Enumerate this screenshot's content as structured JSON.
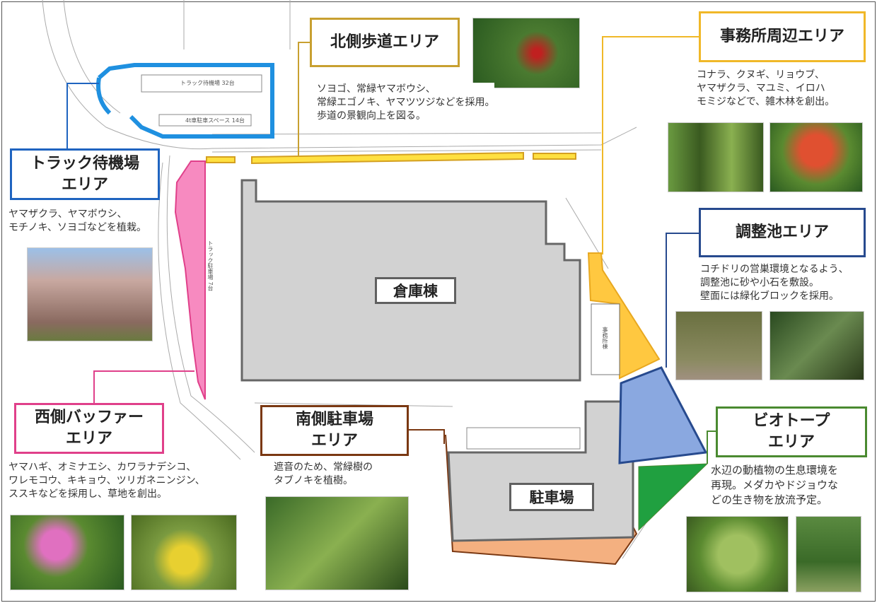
{
  "map": {
    "warehouse": "倉庫棟",
    "parking": "駐車場",
    "office_building": "事務所棟",
    "truck_waiting": "トラック待機場 32台",
    "truck_parking_4t": "4t車駐車スペース 14台",
    "truck_parking": "トラック駐車場 7台"
  },
  "areas": {
    "truck": {
      "title": "トラック待機場\nエリア",
      "desc": "ヤマザクラ、ヤマボウシ、\nモチノキ、ソヨゴなどを植栽。",
      "color": "#1f64c0"
    },
    "west": {
      "title": "西側バッファー\nエリア",
      "desc": "ヤマハギ、オミナエシ、カワラナデシコ、\nワレモコウ、キキョウ、ツリガネニンジン、\nススキなどを採用し、草地を創出。",
      "color": "#e0408a"
    },
    "south": {
      "title": "南側駐車場\nエリア",
      "desc": "遮音のため、常緑樹の\nタブノキを植樹。",
      "color": "#7a3812"
    },
    "north": {
      "title": "北側歩道エリア",
      "desc": "ソヨゴ、常緑ヤマボウシ、\n常緑エゴノキ、ヤマツツジなどを採用。\n歩道の景観向上を図る。",
      "color": "#c8a030"
    },
    "office": {
      "title": "事務所周辺エリア",
      "desc": "コナラ、クヌギ、リョウブ、\nヤマザクラ、マユミ、イロハ\nモミジなどで、雑木林を創出。",
      "color": "#f0b828"
    },
    "pond": {
      "title": "調整池エリア",
      "desc": "コチドリの営巣環境となるよう、\n調整池に砂や小石を敷設。\n壁面には緑化ブロックを採用。",
      "color": "#274a8e"
    },
    "biotope": {
      "title": "ビオトープ\nエリア",
      "desc": "水辺の動植物の生息環境を\n再現。メダカやドジョウな\nどの生き物を放流予定。",
      "color": "#4a8a30"
    }
  }
}
